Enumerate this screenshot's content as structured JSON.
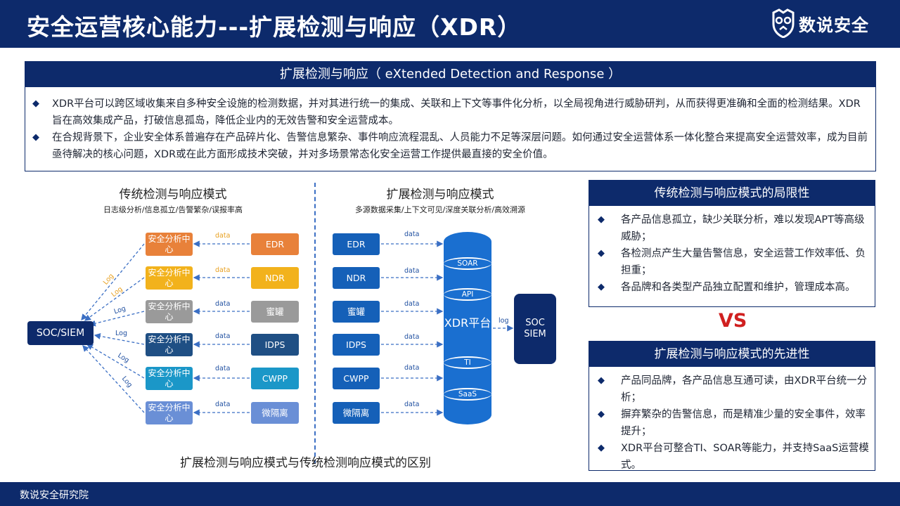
{
  "header": {
    "title": "安全运营核心能力---扩展检测与响应（XDR）",
    "brand": "数说安全",
    "logo_icon": "owl-shield-icon"
  },
  "intro": {
    "title": "扩展检测与响应（ eXtended Detection and Response ）",
    "bullets": [
      "XDR平台可以跨区域收集来自多种安全设施的检测数据，并对其进行统一的集成、关联和上下文等事件化分析，以全局视角进行威胁研判，从而获得更准确和全面的检测结果。XDR旨在高效集成产品，打破信息孤岛，降低企业内的无效告警和安全运营成本。",
      "在合规背景下，企业安全体系普遍存在产品碎片化、告警信息繁杂、事件响应流程混乱、人员能力不足等深层问题。如何通过安全运营体系一体化整合来提高安全运营效率，成为目前亟待解决的核心问题，XDR或在此方面形成技术突破，并对多场景常态化安全运营工作提供最直接的安全价值。"
    ]
  },
  "traditional": {
    "title": "传统检测与响应模式",
    "subtitle": "日志级分析/信息孤立/告警繁杂/误报率高",
    "soc": "SOC/SIEM",
    "center_label": "安全分析中心",
    "edge_data": "data",
    "edge_log": "Log",
    "sources": [
      "EDR",
      "NDR",
      "蜜罐",
      "IDPS",
      "CWPP",
      "微隔离"
    ],
    "colors": [
      "#e8813a",
      "#f2b21c",
      "#9a9a9a",
      "#1f4f84",
      "#1b97c8",
      "#6a8fd6"
    ]
  },
  "extended": {
    "title": "扩展检测与响应模式",
    "subtitle": "多源数据采集/上下文可见/深度关联分析/高效溯源",
    "sources": [
      "EDR",
      "NDR",
      "蜜罐",
      "IDPS",
      "CWPP",
      "微隔离"
    ],
    "edge_data": "data",
    "platform": "XDR平台",
    "bands": [
      "SOAR",
      "API",
      "TI",
      "SaaS"
    ],
    "edge_log": "log",
    "soc": "SOC SIEM"
  },
  "caption": "扩展检测与响应模式与传统检测响应模式的区别",
  "limits": {
    "title": "传统检测与响应模式的局限性",
    "bullets": [
      "各产品信息孤立，缺少关联分析，难以发现APT等高级威胁；",
      "各检测点产生大量告警信息，安全运营工作效率低、负担重；",
      "各品牌和各类型产品独立配置和维护，管理成本高。"
    ]
  },
  "vs": "VS",
  "advantages": {
    "title": "扩展检测与响应模式的先进性",
    "bullets": [
      "产品同品牌，各产品信息互通可读，由XDR平台统一分析；",
      "摒弃繁杂的告警信息，而是精准少量的安全事件，效率提升；",
      "XDR平台可整合TI、SOAR等能力，并支持SaaS运营模式。"
    ]
  },
  "footer": "数说安全研究院"
}
